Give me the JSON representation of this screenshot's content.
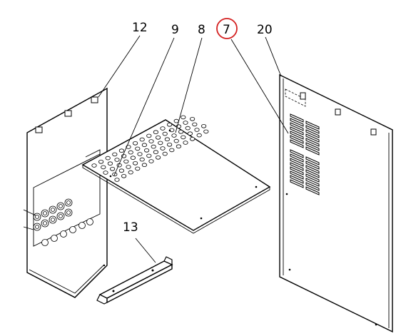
{
  "callouts": {
    "part_12": "12",
    "part_9": "9",
    "part_8": "8",
    "part_7": "7",
    "part_20": "20",
    "part_13": "13"
  },
  "highlight": {
    "part": "7",
    "color": "#d42020"
  },
  "colors": {
    "line": "#000000",
    "background": "#ffffff"
  }
}
